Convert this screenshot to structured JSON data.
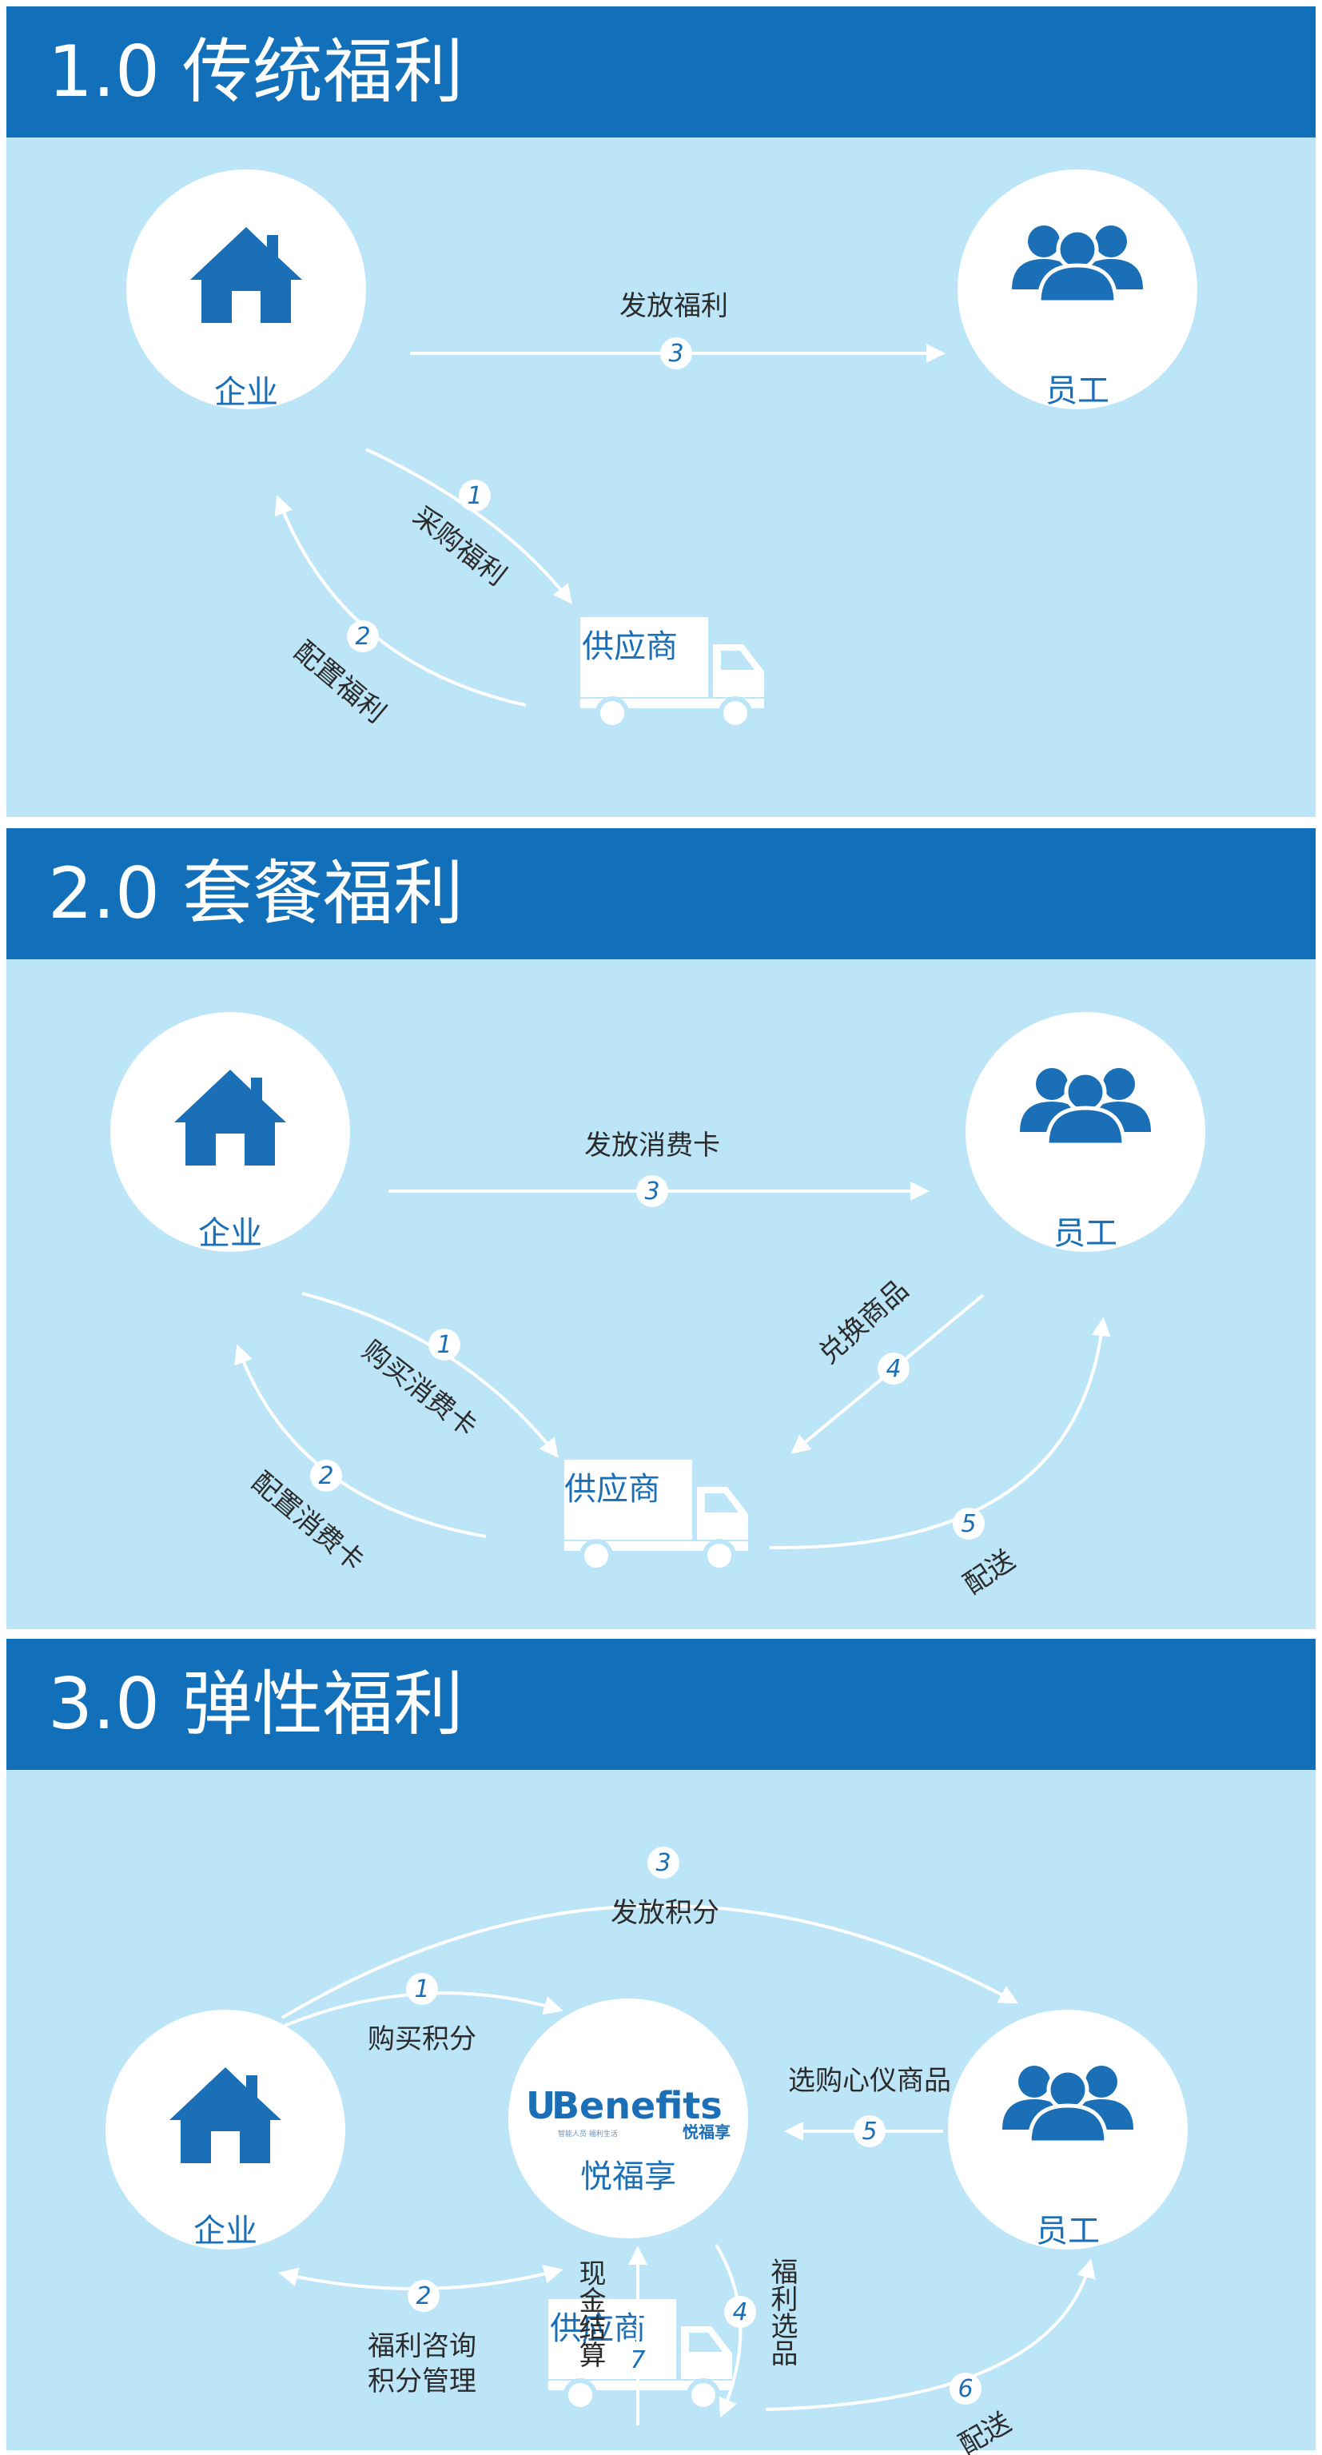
{
  "sections": [
    {
      "title": "1.0 传统福利",
      "nodes": {
        "enterprise": "企业",
        "employee": "员工",
        "supplier": "供应商"
      },
      "edges": [
        {
          "step": "3",
          "label": "发放福利"
        },
        {
          "step": "1",
          "label": "采购福利"
        },
        {
          "step": "2",
          "label": "配置福利"
        }
      ]
    },
    {
      "title": "2.0 套餐福利",
      "nodes": {
        "enterprise": "企业",
        "employee": "员工",
        "supplier": "供应商"
      },
      "edges": [
        {
          "step": "3",
          "label": "发放消费卡"
        },
        {
          "step": "1",
          "label": "购买消费卡"
        },
        {
          "step": "2",
          "label": "配置消费卡"
        },
        {
          "step": "4",
          "label": "兑换商品"
        },
        {
          "step": "5",
          "label": "配送"
        }
      ]
    },
    {
      "title": "3.0 弹性福利",
      "nodes": {
        "enterprise": "企业",
        "employee": "员工",
        "supplier": "供应商",
        "platform": "悦福享"
      },
      "brand": {
        "name": "Benefits",
        "prefix": "U",
        "sub": "悦福享",
        "tagline": "智能人员 福利生活"
      },
      "edges": [
        {
          "step": "3",
          "label": "发放积分"
        },
        {
          "step": "1",
          "label": "购买积分"
        },
        {
          "step": "2",
          "label_line1": "福利咨询",
          "label_line2": "积分管理"
        },
        {
          "step": "5",
          "label": "选购心仪商品"
        },
        {
          "step": "4",
          "label": "福利选品"
        },
        {
          "step": "7",
          "label": "现金结算"
        },
        {
          "step": "6",
          "label": "配送"
        }
      ]
    }
  ],
  "colors": {
    "header": "#1270bb",
    "panel": "#bde5f8",
    "accent": "#1a6fb6",
    "arrow": "#ffffff"
  },
  "icons": [
    "house-icon",
    "people-icon",
    "truck-icon",
    "logo-icon"
  ]
}
